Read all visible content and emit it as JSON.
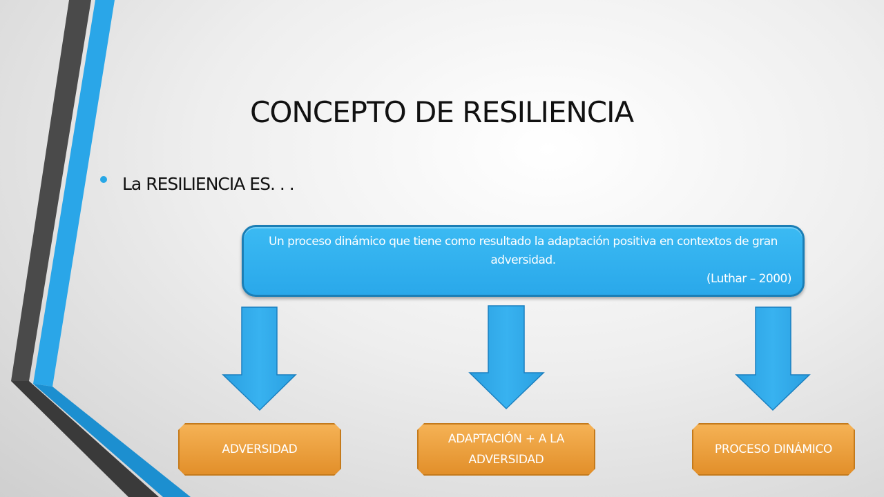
{
  "slide": {
    "title": "CONCEPTO DE RESILIENCIA",
    "bullet": "La RESILIENCIA ES. . ."
  },
  "definition": {
    "text": "Un proceso dinámico que tiene como resultado la adaptación positiva en contextos de gran adversidad.",
    "citation": "(Luthar – 2000)"
  },
  "outcomes": [
    {
      "label": "ADVERSIDAD"
    },
    {
      "label": "ADAPTACIÓN + A LA ADVERSIDAD"
    },
    {
      "label": "PROCESO DINÁMICO"
    }
  ],
  "colors": {
    "accent_blue": "#27a7e6",
    "box_blue": "#35b4f1",
    "arrow_blue": "#2fa8ea",
    "plaque_orange": "#eda041",
    "stripe_dark": "#4d4d4d"
  }
}
